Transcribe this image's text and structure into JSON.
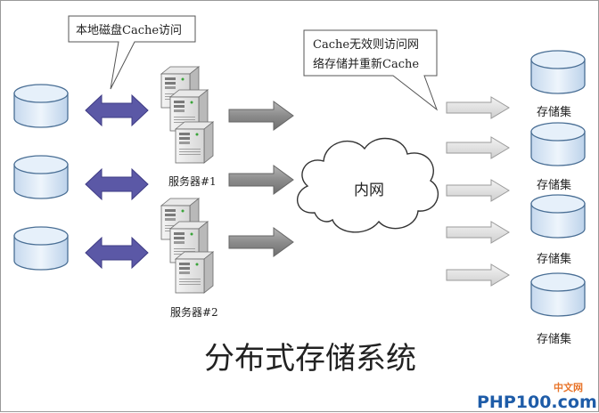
{
  "callouts": {
    "local_cache": "本地磁盘Cache访问",
    "network_line1": "Cache无效则访问网",
    "network_line2": "络存储并重新Cache"
  },
  "servers": [
    {
      "label": "服务器#1"
    },
    {
      "label": "服务器#2"
    }
  ],
  "cloud": {
    "label": "内网"
  },
  "storage": [
    {
      "label": "存储集"
    },
    {
      "label": "存储集"
    },
    {
      "label": "存储集"
    },
    {
      "label": "存储集"
    }
  ],
  "title": "分布式存储系统",
  "watermark": {
    "top": "中文网",
    "main": "PHP100.com"
  },
  "colors": {
    "disk_fill": "#dbe8f4",
    "disk_stroke": "#4a6f95",
    "double_arrow": "#5b58a6",
    "gray_arrow": "#8a8a8a",
    "light_arrow": "#dcdcdc",
    "watermark_orange": "#e8742a",
    "watermark_blue": "#1e5ca8"
  }
}
